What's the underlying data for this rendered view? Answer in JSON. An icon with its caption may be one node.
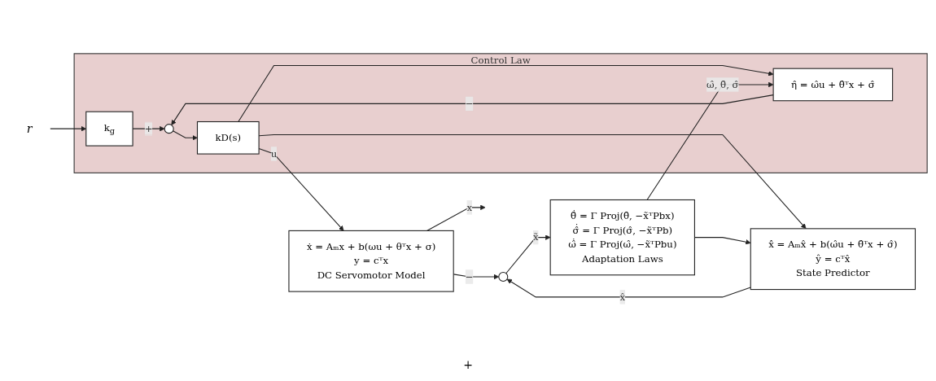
{
  "diagram": {
    "nodes": [
      {
        "text": [
          "Control Law"
        ]
      },
      {
        "text": [
          "r"
        ]
      },
      {
        "text": [
          "k$_{g}$"
        ],
        "in": 0
      },
      {
        "text": [],
        "shape": "circle",
        "in": 0
      },
      {
        "text": [
          "kD(s)"
        ],
        "in": 0
      },
      {
        "text": [
          "η̂ = ω̂u + θ̂ᵀx + σ̂"
        ],
        "in": 0
      },
      {
        "text": [
          "ẋ = Aₘx + b(ωu + θᵀx + σ)",
          "y = cᵀx",
          "DC Servomotor Model"
        ]
      },
      {
        "text": [
          "x̂̇ = Aₘx̂ + b(ω̂u + θ̂ᵀx + σ̂)",
          "ŷ = cᵀx̂",
          "State Predictor"
        ]
      },
      {
        "text": [],
        "shape": "circle"
      },
      {
        "text": [
          "θ̂̇ = Γ Proj(θ̂, −x̃ᵀPbx)",
          "σ̂̇ = Γ Proj(σ̂, −x̃ᵀPb)",
          "ω̂̇ = Γ Proj(ω̂, −x̃ᵀPbu)",
          "Adaptation Laws"
        ]
      }
    ],
    "edges": [
      {
        "from": 1,
        "to": 2,
        "arrow": "to"
      },
      {
        "from": 2,
        "to": 3,
        "arrow": "to",
        "label": "+"
      },
      {
        "from": 3,
        "to": 4,
        "arrow": "to"
      },
      {
        "from": 4,
        "to": 6,
        "arrow": "to",
        "label": "u"
      },
      {
        "from": 4,
        "to": 5,
        "arrow": "to"
      },
      {
        "from": 4,
        "to": 7,
        "arrow": "to"
      },
      {
        "from": 5,
        "to": 3,
        "arrow": "to",
        "label": "−"
      },
      {
        "from": 6,
        "to": null,
        "arrow": "to",
        "label": "x"
      },
      {
        "from": 6,
        "to": 8,
        "arrow": "to",
        "label": "−"
      },
      {
        "from": 7,
        "to": 8,
        "arrow": "to",
        "label": "x̂"
      },
      {
        "from": 8,
        "to": 9,
        "arrow": "to",
        "label": "x̃"
      },
      {
        "from": 9,
        "to": 5,
        "arrow": "to",
        "label": "ω̂, θ̂, σ̂"
      },
      {
        "from": 9,
        "to": 7,
        "arrow": "to"
      }
    ],
    "labels": [
      "+"
    ]
  }
}
